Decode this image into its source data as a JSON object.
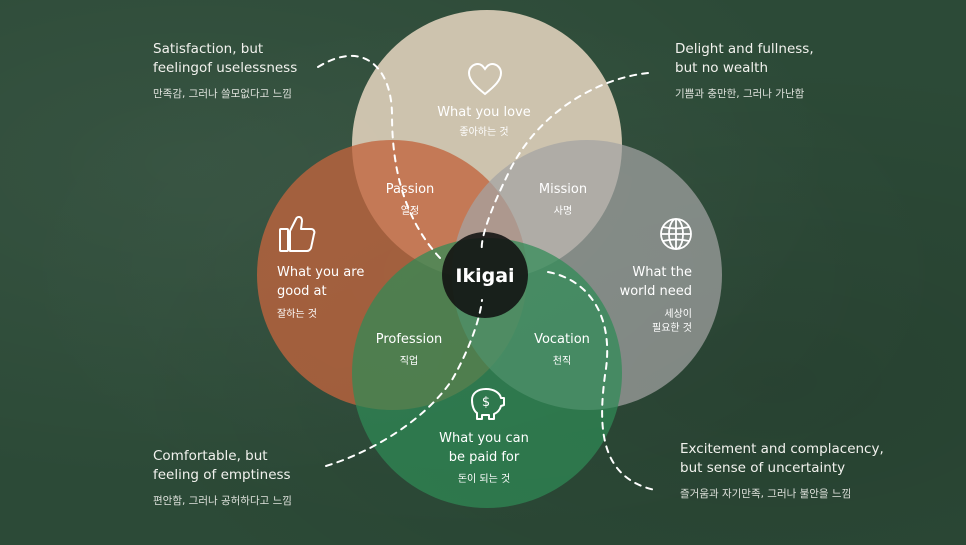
{
  "center": {
    "label": "Ikigai"
  },
  "circles": {
    "love": {
      "en_line1": "What you love",
      "ko": "좋아하는 것",
      "color": "#d6c9b4"
    },
    "good": {
      "en_line1": "What you are",
      "en_line2": "good at",
      "ko": "잘하는 것",
      "color": "#c2643d"
    },
    "world": {
      "en_line1": "What the",
      "en_line2": "world need",
      "ko_line1": "세상이",
      "ko_line2": "필요한 것",
      "color": "#a4a4a4"
    },
    "paid": {
      "en_line1": "What you can",
      "en_line2": "be paid for",
      "ko": "돈이 되는 것",
      "color": "#2f8a56"
    }
  },
  "overlaps": {
    "passion": {
      "en": "Passion",
      "ko": "열정"
    },
    "mission": {
      "en": "Mission",
      "ko": "사명"
    },
    "profession": {
      "en": "Profession",
      "ko": "직업"
    },
    "vocation": {
      "en": "Vocation",
      "ko": "천직"
    }
  },
  "corners": {
    "top_left": {
      "line1": "Satisfaction, but",
      "line2": "feelingof uselessness",
      "ko": "만족감, 그러나 쓸모없다고 느낌"
    },
    "top_right": {
      "line1": "Delight and fullness,",
      "line2": "but no wealth",
      "ko": "기쁨과 충만한, 그러나 가난함"
    },
    "bottom_left": {
      "line1": "Comfortable, but",
      "line2": "feeling of emptiness",
      "ko": "편안함, 그러나 공허하다고 느낌"
    },
    "bottom_right": {
      "line1": "Excitement and complacency,",
      "line2": "but sense of uncertainty",
      "ko": "즐거움과 자기만족, 그러나 불안을 느낌"
    }
  },
  "icons": {
    "love": "heart-icon",
    "good": "thumbs-up-icon",
    "world": "globe-icon",
    "paid": "piggy-bank-icon"
  },
  "colors": {
    "background": "#2c4a37",
    "text": "#ffffff",
    "center": "#111111"
  }
}
